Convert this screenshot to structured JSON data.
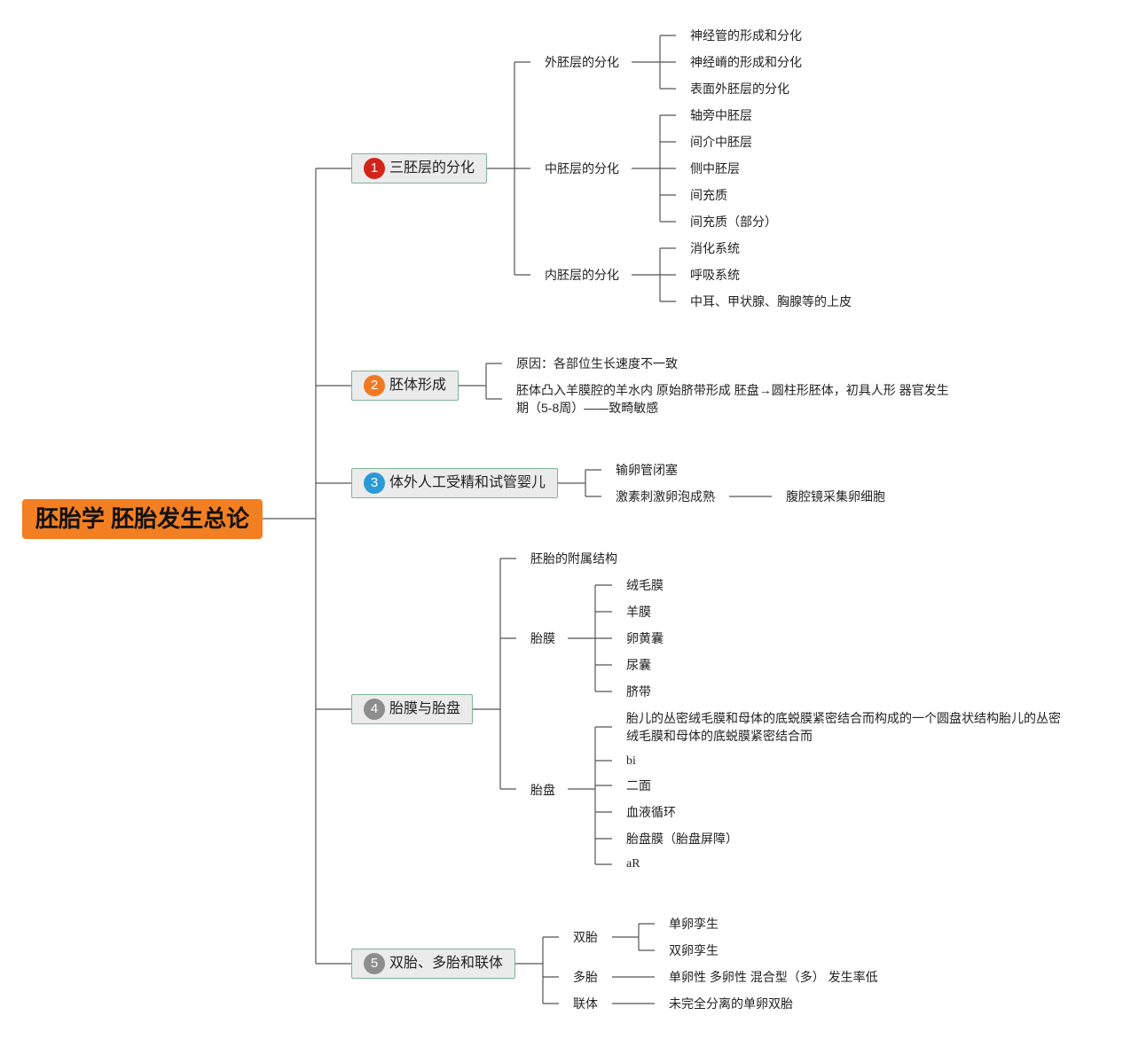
{
  "root": "胚胎学 胚胎发生总论",
  "branch1": {
    "num": "1",
    "title": "三胚层的分化",
    "num_color": "#d2241a",
    "ecto": {
      "label": "外胚层的分化",
      "items": [
        "神经管的形成和分化",
        "神经嵴的形成和分化",
        "表面外胚层的分化"
      ]
    },
    "meso": {
      "label": "中胚层的分化",
      "items": [
        "轴旁中胚层",
        "间介中胚层",
        "侧中胚层",
        "间充质",
        "间充质（部分）"
      ]
    },
    "endo": {
      "label": "内胚层的分化",
      "items": [
        "消化系统",
        "呼吸系统",
        "中耳、甲状腺、胸腺等的上皮"
      ]
    }
  },
  "branch2": {
    "num": "2",
    "title": "胚体形成",
    "num_color": "#ef7921",
    "items": [
      "原因：各部位生长速度不一致",
      "胚体凸入羊膜腔的羊水内 原始脐带形成 胚盘→圆柱形胚体，初具人形 器官发生期（5-8周）——致畸敏感"
    ]
  },
  "branch3": {
    "num": "3",
    "title": "体外人工受精和试管婴儿",
    "num_color": "#2a9ad6",
    "items": [
      "输卵管闭塞",
      "激素刺激卵泡成熟"
    ],
    "sub": "腹腔镜采集卵细胞"
  },
  "branch4": {
    "num": "4",
    "title": "胎膜与胎盘",
    "num_color": "#8d8d8d",
    "appendage": "胚胎的附属结构",
    "membrane": {
      "label": "胎膜",
      "items": [
        "绒毛膜",
        "羊膜",
        "卵黄囊",
        "尿囊",
        "脐带"
      ]
    },
    "placenta": {
      "label": "胎盘",
      "items": [
        "胎儿的丛密绒毛膜和母体的底蜕膜紧密结合而构成的一个圆盘状结构胎儿的丛密绒毛膜和母体的底蜕膜紧密结合而",
        "bi",
        "二面",
        "血液循环",
        "胎盘膜（胎盘屏障）",
        "aR"
      ]
    }
  },
  "branch5": {
    "num": "5",
    "title": "双胎、多胎和联体",
    "num_color": "#8d8d8d",
    "twins": {
      "label": "双胎",
      "items": [
        "单卵孪生",
        "双卵孪生"
      ]
    },
    "multi": {
      "label": "多胎",
      "detail": "单卵性 多卵性 混合型（多） 发生率低"
    },
    "conjoined": {
      "label": "联体",
      "detail": "未完全分离的单卵双胎"
    }
  }
}
